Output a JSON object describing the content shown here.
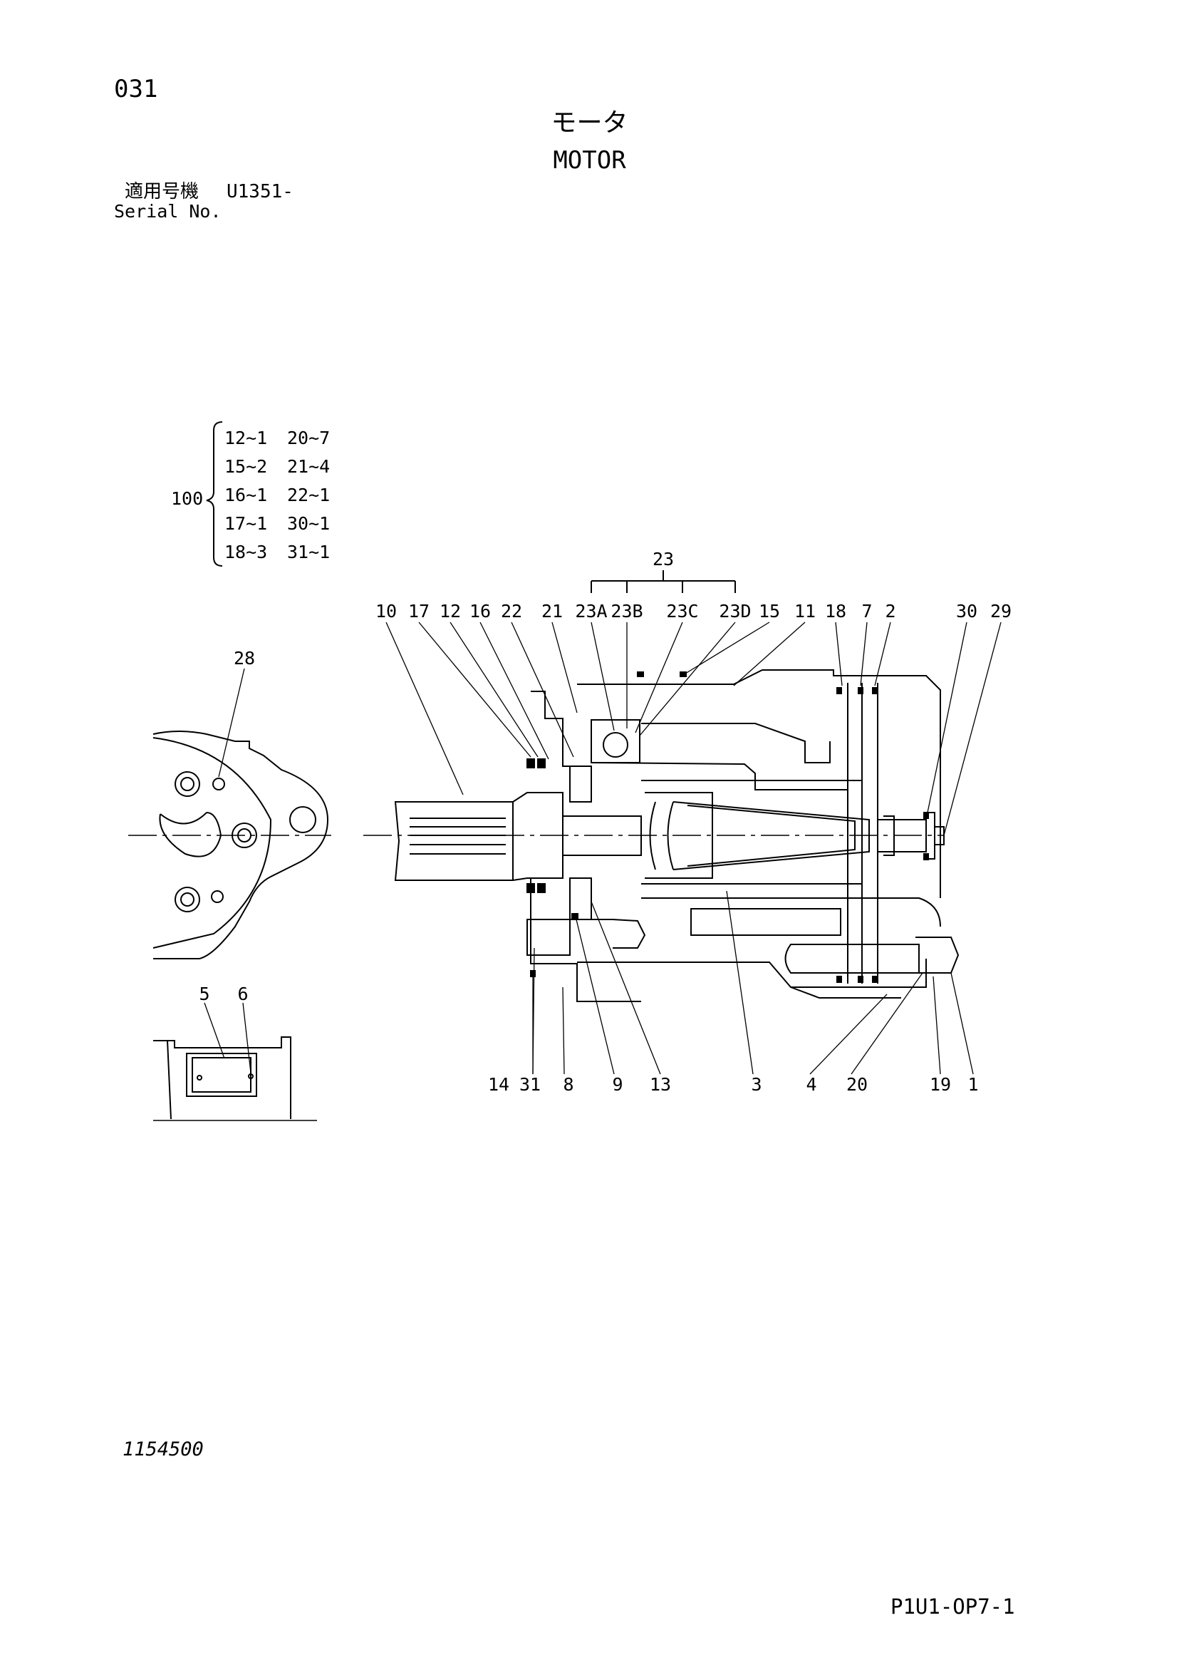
{
  "header": {
    "page_number": "031",
    "title_jp": "モータ",
    "title_en": "MOTOR",
    "serial_label_jp": "適用号機",
    "serial_value": "U1351-",
    "serial_label_en": "Serial No."
  },
  "kit": {
    "number": "100",
    "entries": [
      [
        "12~1",
        "20~7"
      ],
      [
        "15~2",
        "21~4"
      ],
      [
        "16~1",
        "22~1"
      ],
      [
        "17~1",
        "30~1"
      ],
      [
        "18~3",
        "31~1"
      ]
    ]
  },
  "callouts": {
    "group_23": "23",
    "top_row": [
      "10",
      "17",
      "12",
      "16",
      "22",
      "21",
      "23A",
      "23B",
      "23C",
      "23D",
      "15",
      "11",
      "18",
      "7",
      "2",
      "30",
      "29"
    ],
    "bottom_row": [
      "14",
      "31",
      "8",
      "9",
      "13",
      "3",
      "4",
      "20",
      "19",
      "1"
    ],
    "end_view": "28",
    "nameplate": [
      "5",
      "6"
    ]
  },
  "footer": {
    "drawing_number": "1154500",
    "page_code": "P1U1-OP7-1"
  }
}
